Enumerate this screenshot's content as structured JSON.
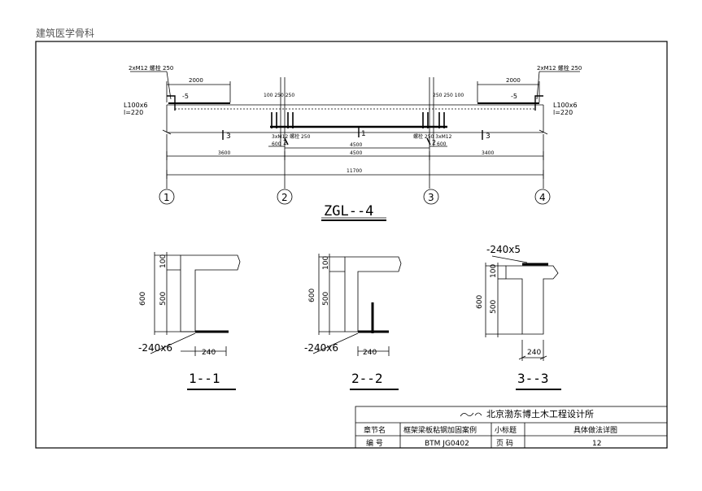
{
  "watermark": "建筑医学骨科",
  "elevation": {
    "left_rebar_note": "2xM12 螺栓 250",
    "right_rebar_note": "2xM12 螺栓 250",
    "left_length": "2000",
    "right_length": "2000",
    "left_angle": "L100x6",
    "left_angle_len": "l=220",
    "right_angle": "L100x6",
    "right_angle_len": "l=220",
    "left_plate": "-5",
    "right_plate": "-5",
    "center_top_left": "100 250 250",
    "center_top_right": "250 250 100",
    "center_bot_left": "3xM12 螺栓 250",
    "center_bot_right": "螺栓 250 3xM12",
    "mark_left": "3",
    "mark_center": "1",
    "mark_right": "3",
    "mark_2a": "2",
    "mark_2b": "2",
    "dim_600_left": "600",
    "dim_600_right": "600",
    "dim_4500_upper": "4500",
    "dim_3600": "3600",
    "dim_4500": "4500",
    "dim_3400": "3400",
    "dim_total": "11700",
    "axes": [
      "1",
      "2",
      "3",
      "4"
    ],
    "title": "ZGL--4"
  },
  "sections": [
    {
      "title": "1--1",
      "plate": "-240x6",
      "width": "240",
      "h_total": "600",
      "h_web": "500",
      "h_flange": "100"
    },
    {
      "title": "2--2",
      "plate": "-240x6",
      "width": "240",
      "h_total": "600",
      "h_web": "500",
      "h_flange": "100"
    },
    {
      "title": "3--3",
      "plate": "-240x5",
      "width": "240",
      "h_total": "600",
      "h_web": "500",
      "h_flange": "100"
    }
  ],
  "title_block": {
    "company": "北京渤东博土木工程设计所",
    "chapter_label": "章节名",
    "chapter_value": "框架梁板粘钢加固案例",
    "subtitle_label": "小标题",
    "subtitle_value": "具体做法详图",
    "number_label": "编    号",
    "number_value": "BTM JG0402",
    "page_label": "页    码",
    "page_value": "12"
  }
}
